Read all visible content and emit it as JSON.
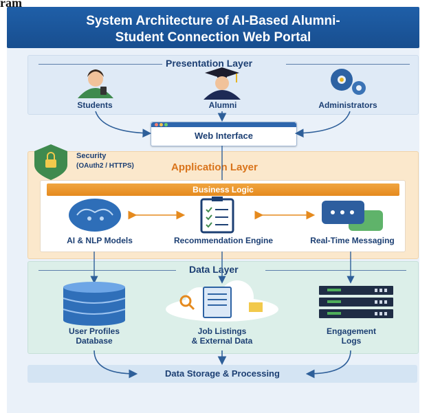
{
  "corner_title": "ram",
  "banner": {
    "title_line1": "System Architecture of AI-Based Alumni-",
    "title_line2": "Student Connection Web Portal"
  },
  "presentation_layer": {
    "title": "Presentation Layer",
    "actors": [
      {
        "label": "Students",
        "icon": "student-icon"
      },
      {
        "label": "Alumni",
        "icon": "graduate-icon"
      },
      {
        "label": "Administrators",
        "icon": "gears-icon"
      }
    ]
  },
  "web_interface": {
    "label": "Web Interface",
    "icon": "browser-window-icon"
  },
  "security": {
    "title": "Security",
    "subtitle": "(OAuth2 / HTTPS)",
    "icon": "shield-lock-icon"
  },
  "application_layer": {
    "title": "Application Layer",
    "business_logic": "Business Logic",
    "components": [
      {
        "label": "AI & NLP Models",
        "icon": "brain-icon"
      },
      {
        "label": "Recommendation Engine",
        "icon": "checklist-icon"
      },
      {
        "label": "Real-Time Messaging",
        "icon": "chat-bubbles-icon"
      }
    ]
  },
  "data_layer": {
    "title": "Data Layer",
    "stores": [
      {
        "line1": "User Profiles",
        "line2": "Database",
        "icon": "database-icon"
      },
      {
        "line1": "Job Listings",
        "line2": "& External Data",
        "icon": "cloud-documents-icon"
      },
      {
        "line1": "Engagement",
        "line2": "Logs",
        "icon": "server-rack-icon"
      }
    ]
  },
  "storage": {
    "label": "Data Storage & Processing"
  },
  "colors": {
    "banner": "#1f5fa8",
    "presentation": "#dfeaf6",
    "application": "#fbe8cc",
    "business_bar": "#e58a1e",
    "data": "#dcefe9",
    "text_dark": "#1c3f73",
    "arrow_orange": "#e58a1e"
  }
}
